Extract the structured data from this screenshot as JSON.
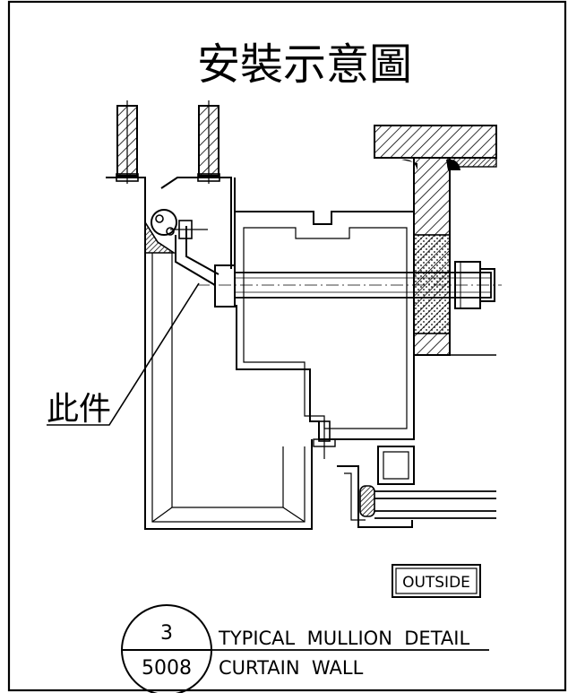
{
  "title": "安裝示意圖",
  "callout_label": "此件",
  "outside_label": "OUTSIDE",
  "detail": {
    "number": "3",
    "sheet": "5008",
    "title_line1": "TYPICAL  MULLION  DETAIL",
    "title_line2": "CURTAIN  WALL"
  }
}
